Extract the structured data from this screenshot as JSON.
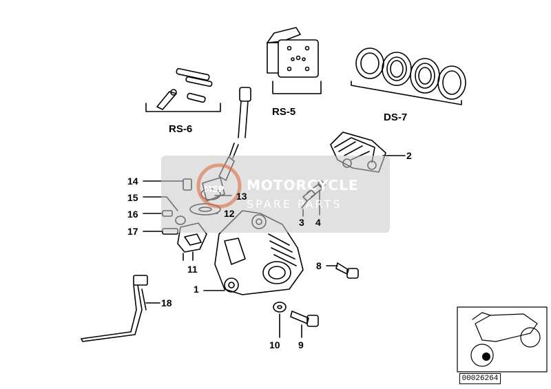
{
  "labels": {
    "p1": "1",
    "p2": "2",
    "p3": "3",
    "p4": "4",
    "p8": "8",
    "p9": "9",
    "p10": "10",
    "p11": "11",
    "p12": "12",
    "p13": "13",
    "p14": "14",
    "p15": "15",
    "p16": "16",
    "p17": "17",
    "p18": "18"
  },
  "groups": {
    "rs6": "RS-6",
    "rs5": "RS-5",
    "ds7": "DS-7"
  },
  "watermark": {
    "line1": "MOTORCYCLE",
    "line2": "SPARE PARTS",
    "logo": "MSP"
  },
  "thumbnail": {
    "image_number": "00026264"
  },
  "colors": {
    "ink": "#000000",
    "watermark_panel": "#c8c8c8",
    "watermark_accent": "#e06a3c"
  }
}
